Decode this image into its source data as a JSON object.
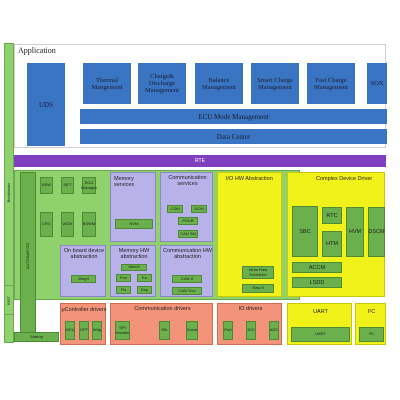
{
  "application": {
    "title": "Application",
    "uds": "UDS",
    "modules": [
      "Thermal Mangement",
      "Charge& Discharge Management",
      "Balance Management",
      "Smart Charge Management",
      "Fast Charge Management",
      "SOX"
    ],
    "ecu_mode": "ECU Mode Management",
    "data_center": "Data Center"
  },
  "rte": "RTE",
  "bootloader": "Bootloader",
  "bist": "BIST",
  "autosar_os": "AUTOSAR OS",
  "startup": "Startup",
  "system_services": {
    "items": [
      "BSW",
      "DET",
      "ECU Manager",
      "CRC",
      "WDM",
      "BSWM"
    ]
  },
  "memory_services": {
    "title": "Memory services",
    "nvm": "NVM"
  },
  "communication_services": {
    "title": "Communication services",
    "com": "COM",
    "dcm": "DCM",
    "pdur": "PDUR",
    "can_sm": "CAN SM"
  },
  "io_hw_abstraction": {
    "title": "I/O HW Abstraction",
    "scheduler": "IoHw Raw Scheduler",
    "raw_if": "Raw If"
  },
  "complex_device_driver": {
    "title": "Complex Device Driver",
    "items": [
      "SBC",
      "RTC",
      "HTM",
      "HVM",
      "DSCM",
      "ACCM",
      "LSDD"
    ]
  },
  "onboard_abstraction": {
    "title": "On board device abstraction",
    "wdg": "WdgIf"
  },
  "memory_hw_abstraction": {
    "title": "Memory HW abstraction",
    "memif": "MemIf",
    "items": [
      "Fee",
      "Ea",
      "Fls",
      "Eep"
    ]
  },
  "communication_hw_abstraction": {
    "title": "Communication HW abstraction",
    "canif": "CAN If",
    "can_trcv": "CAN Trcv"
  },
  "microcontroller_drivers": {
    "title": "μController drivers",
    "items": [
      "MCU",
      "GPT",
      "Wdg"
    ]
  },
  "communication_drivers": {
    "title": "Communication drivers",
    "items": [
      "SPI Handler",
      "Eth",
      "Cmnd"
    ]
  },
  "io_drivers": {
    "title": "IO drivers",
    "items": [
      "Port",
      "DIO",
      "ADC"
    ]
  },
  "uart": {
    "title": "UART",
    "item": "UART"
  },
  "i2c": {
    "title": "I²C",
    "item": "I²C"
  }
}
